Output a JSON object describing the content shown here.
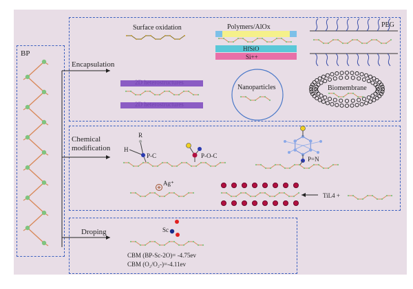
{
  "labels": {
    "bp": "BP",
    "encapsulation": "Encapsulation",
    "chemical_modification_line1": "Chemical",
    "chemical_modification_line2": "modification",
    "droping": "Droping",
    "surface_oxidation": "Surface oxidation",
    "polymers_alox": "Polymers/AlOx",
    "hfsio": "HfSiO",
    "si_pp": "Si++",
    "peg": "PEG",
    "hetero_top": "2D heterostructures",
    "hetero_bottom": "2D heterostructures",
    "nanoparticles": "Nanoparticles",
    "biomembrane": "Biomembrane",
    "r": "R",
    "h": "H",
    "p_c": "P-C",
    "p_o_c": "P-O-C",
    "p_n": "P=N",
    "ag": "Ag⁺",
    "til4": "TiL4 +",
    "sc": "Sc",
    "cbm1": "CBM (BP-Sc-2O)= -4.75ev",
    "cbm2": "CBM (O₂/O₂-)=-4.11ev"
  },
  "colors": {
    "background": "#e8dde6",
    "dash_border": "#3a5fbf",
    "chain_atom": "#7fc47f",
    "chain_bond": "#d9895a",
    "hetero_layer": "#8b5cc4",
    "polymer_layer": "#f5f08a",
    "polymer_edge": "#7cc0e8",
    "hfsio_layer": "#5ac8d8",
    "si_layer": "#e870a8",
    "peg_chain": "#3a4ea8",
    "nanoparticle_ring": "#4a78c8",
    "oxidation_dot": "#c8a040",
    "red_atom": "#b01040",
    "yellow_atom": "#f0d020",
    "blue_atom": "#2a3ab0",
    "sc_atom": "#1a2a8a",
    "o_atom": "#e02020"
  }
}
